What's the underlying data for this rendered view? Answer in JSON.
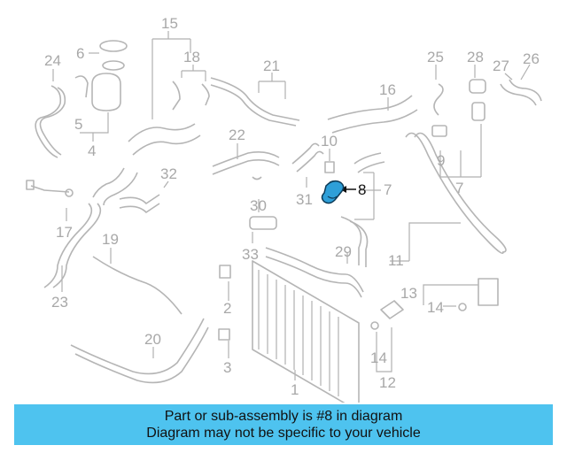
{
  "diagram": {
    "callouts": {
      "c1": "1",
      "c2": "2",
      "c3": "3",
      "c4": "4",
      "c5": "5",
      "c6": "6",
      "c7a": "7",
      "c7b": "7",
      "c8": "8",
      "c9": "9",
      "c10": "10",
      "c11": "11",
      "c12": "12",
      "c13": "13",
      "c14a": "14",
      "c14b": "14",
      "c15": "15",
      "c16": "16",
      "c17": "17",
      "c18": "18",
      "c19": "19",
      "c20": "20",
      "c21": "21",
      "c22": "22",
      "c23": "23",
      "c24": "24",
      "c25": "25",
      "c26": "26",
      "c27": "27",
      "c28": "28",
      "c29": "29",
      "c30": "30",
      "c31": "31",
      "c32": "32",
      "c33": "33"
    },
    "highlighted_part": "8",
    "highlight_color": "#2e9fd8",
    "line_color": "#b5b5b5"
  },
  "banner": {
    "line1": "Part or sub-assembly is #8 in diagram",
    "line2": "Diagram may not be specific to your vehicle",
    "background": "#4ec3ef"
  }
}
